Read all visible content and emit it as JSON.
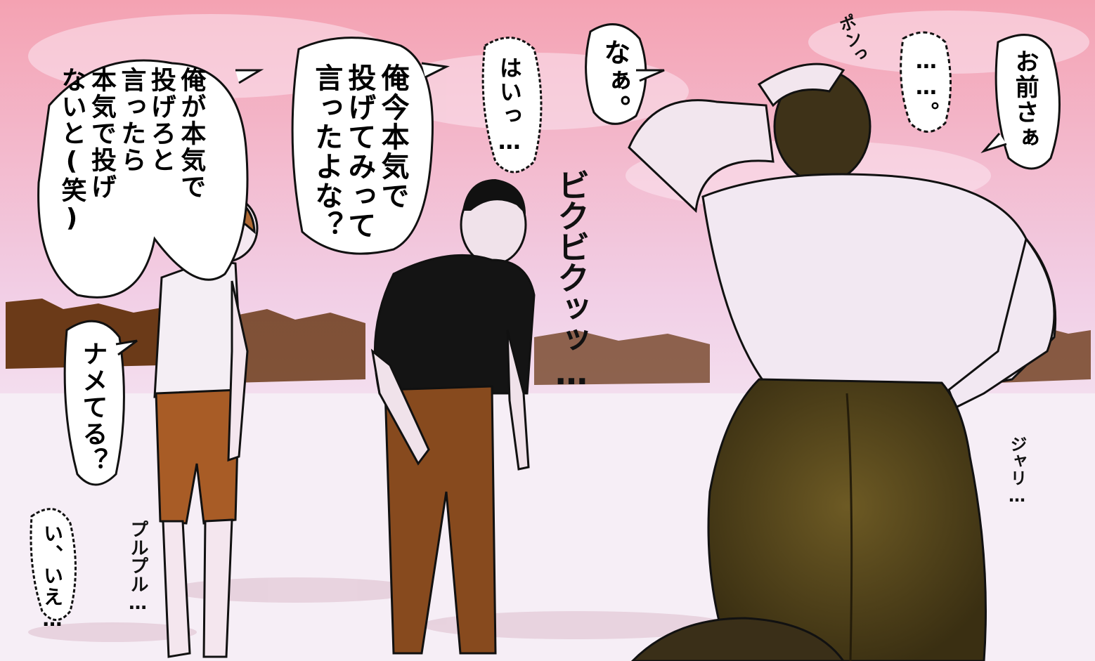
{
  "panel": {
    "dialogue": [
      {
        "id": "omae",
        "text": "お前さぁ"
      },
      {
        "id": "dots",
        "text": "……。"
      },
      {
        "id": "naa",
        "text": "なぁ。"
      },
      {
        "id": "hai",
        "text": "はいっ…"
      },
      {
        "id": "oreima",
        "text": "俺今本気で\n投げてみって\n言ったよな？"
      },
      {
        "id": "oregahonki",
        "text": "俺が本気で\n投げろと\n言ったら\n本気で投げ\nないと(笑)"
      },
      {
        "id": "nameteru",
        "text": "ナメてる？"
      },
      {
        "id": "iie",
        "text": "い、いえ…"
      }
    ],
    "sfx": [
      {
        "id": "pon",
        "text": "ポンっ"
      },
      {
        "id": "bikubiku",
        "text": "ビクビクッッ…"
      },
      {
        "id": "jari",
        "text": "ジャリ…"
      },
      {
        "id": "purupuru",
        "text": "プルプル…"
      }
    ],
    "colors": {
      "sky_top": "#f4a6b4",
      "sky_mid": "#f2d3e9",
      "ground": "#f5eef6",
      "shorts": "#a55a24",
      "pants_tall": "#874a1e",
      "shirt_dark": "#141414",
      "leggings": "#5a4a1c",
      "back_shirt": "#f0e6f2",
      "skin": "#f4e6ec"
    }
  }
}
